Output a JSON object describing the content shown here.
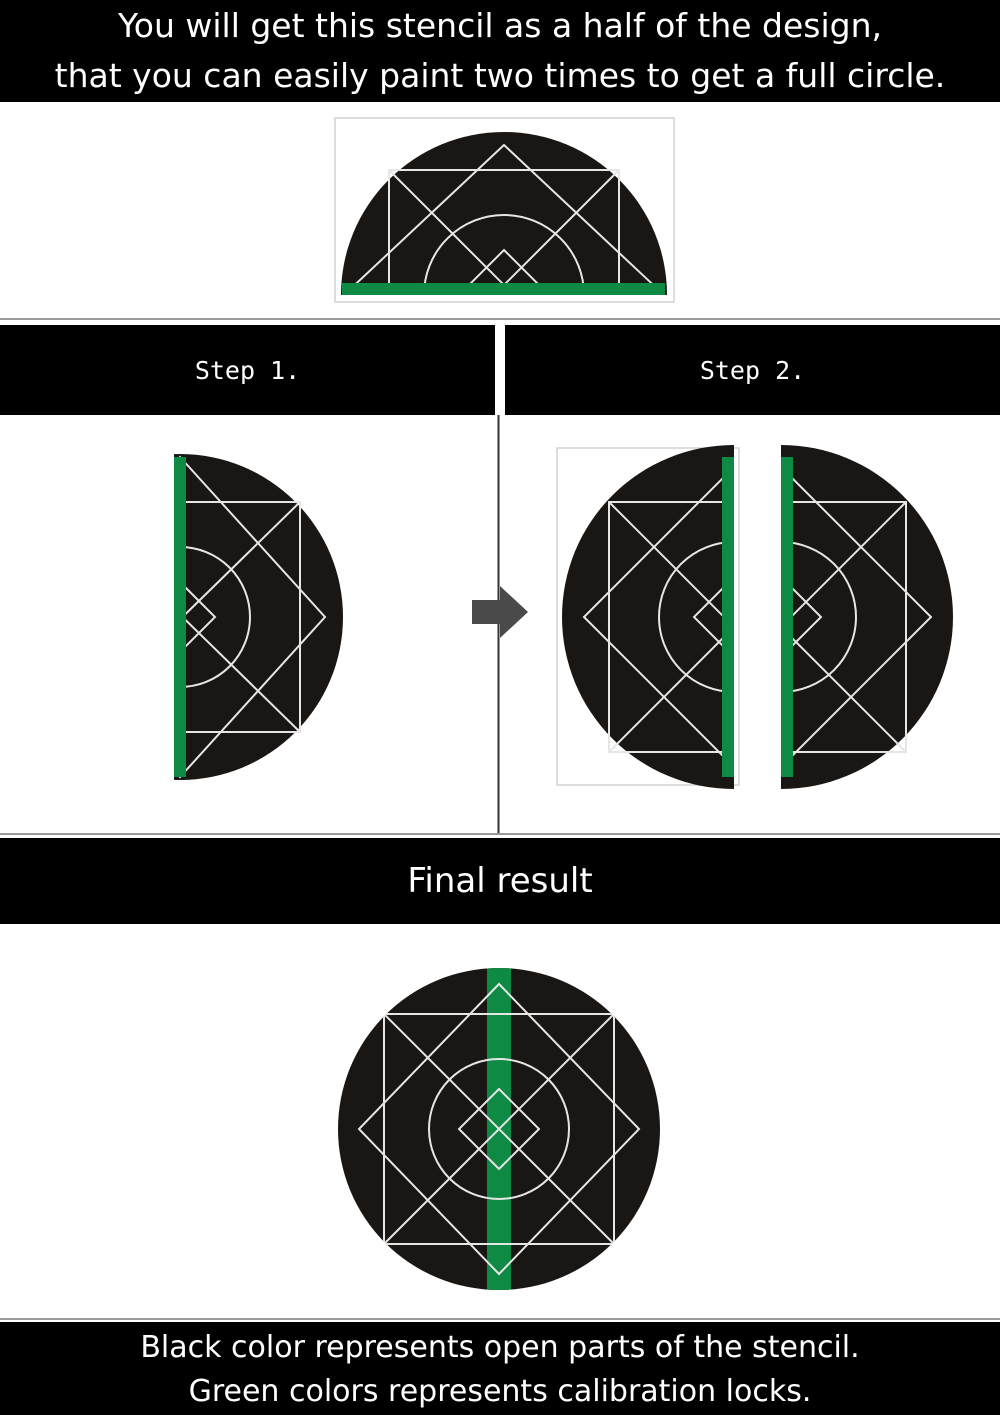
{
  "header": {
    "line1": "You will get this stencil as a half of the design,",
    "line2": "that you can easily paint two times to get a full circle."
  },
  "steps": {
    "step1_label": "Step 1.",
    "step2_label": "Step 2."
  },
  "final": {
    "label": "Final result"
  },
  "footer": {
    "line1": "Black color represents open parts of the stencil.",
    "line2": "Green colors represents calibration locks."
  },
  "colors": {
    "open_parts": "#1a1614",
    "calibration_lock": "#0f8a45",
    "lines": "#e6e6e6",
    "banner": "#000000"
  },
  "icons": {
    "step_arrow": "arrow-right-icon"
  }
}
